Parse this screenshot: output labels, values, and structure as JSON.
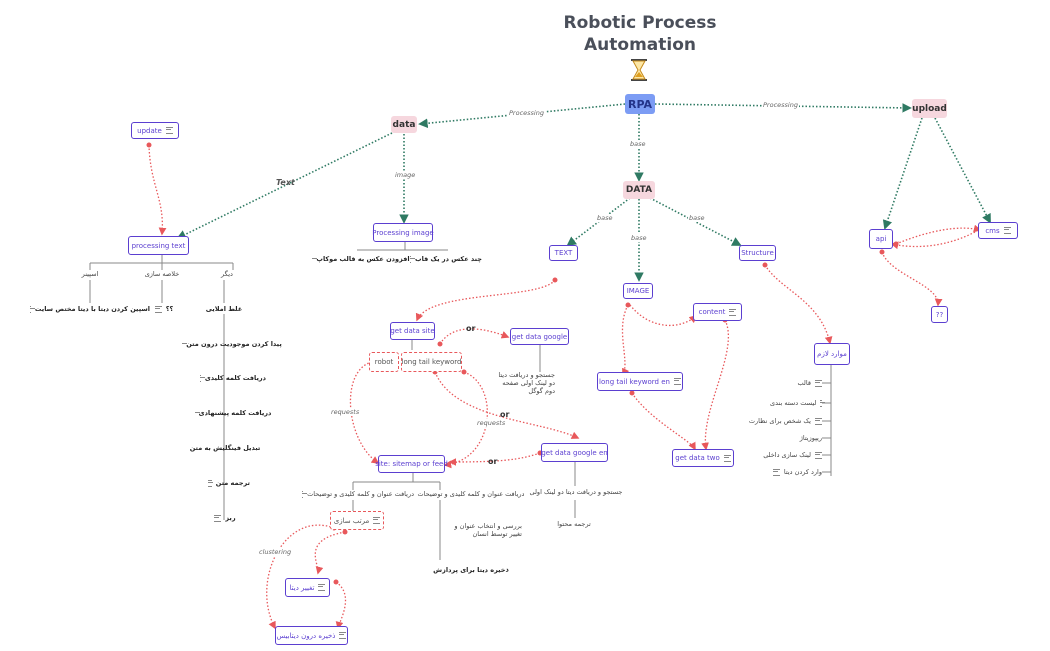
{
  "title": "Robotic Process Automation",
  "colors": {
    "rpa": "#7c9cf4",
    "pink": "#f6d7de",
    "box_border": "#5b3fd0",
    "green_edge": "#2f7a63",
    "red_edge": "#e8585b"
  },
  "icons": {
    "hourglass": "hourglass-icon",
    "notes": "notes-icon"
  },
  "nodes": {
    "rpa": "RPA",
    "data": "data",
    "upload": "upload",
    "DATA": "DATA",
    "update": "update",
    "processing_text": "processing text",
    "processing_image": "Processing image",
    "img_combine": "چند عکس در یک قاب",
    "img_mockup": "افزودن عکس به قالب موکاپ",
    "spinner": "اسپینر",
    "summarize": "خلاصه سازی",
    "other": "دیگر",
    "spin_site": "اسپین کردن دیتا با دیتا مختص سایت",
    "qq1": "؟؟",
    "t1": "غلط املایی",
    "t2": "پیدا کردن موجودیت درون متن",
    "t3": "دریافت کلمه کلیدی",
    "t4": "دریافت کلمه پیشنهادی",
    "t5": "تبدیل فینگلیش به متن",
    "t6": "ترجمه متن",
    "t7": "ربز",
    "TEXT": "TEXT",
    "IMAGE": "IMAGE",
    "Structure": "Structure",
    "get_data_site": "get data site",
    "get_data_google": "get data google",
    "google_desc": "جستجو و دریافت دیتا دو لینک اولی صفحه دوم گوگل",
    "robot": "robot",
    "long_tail": "long tail keyword",
    "site_feed": "site: sitemap or feed",
    "get_data_google_en": "get data google en",
    "en_desc": "جستجو و دریافت دیتا دو لینک اولی",
    "translate_content": "ترجمه محتوا",
    "recv_title_left": "دریافت عنوان و کلمه کلیدی و توضیحات",
    "recv_title_right": "دریافت عنوان و کلمه کلیدی و توضیحات",
    "sort": "مرتب سازی",
    "human_review": "بررسی و انتخاب عنوان و تغییر توسط انسان",
    "save_process": "ذخیره دیتا برای پردازش",
    "change_data": "تغییر دیتا",
    "save_db": "ذخیره درون دیتابیس",
    "content": "content",
    "long_tail_en": "long tail keyword en",
    "get_data_two": "get data two",
    "needs": "موارد لازم",
    "n1": "قالب",
    "n2": "لیست دسته بندی",
    "n3": "یک شخص برای نظارت",
    "n4": "ریپوزیتاژ",
    "n5": "لینک سازی داخلی",
    "n6": "وارد کردن دیتا",
    "api": "api",
    "cms": "cms",
    "qq2": "??"
  },
  "edge_labels": {
    "processing_left": "Processing",
    "processing_right": "Processing",
    "text": "Text",
    "image": "image",
    "base": "base",
    "or": "or",
    "requests": "requests",
    "clustering": "clustering"
  }
}
